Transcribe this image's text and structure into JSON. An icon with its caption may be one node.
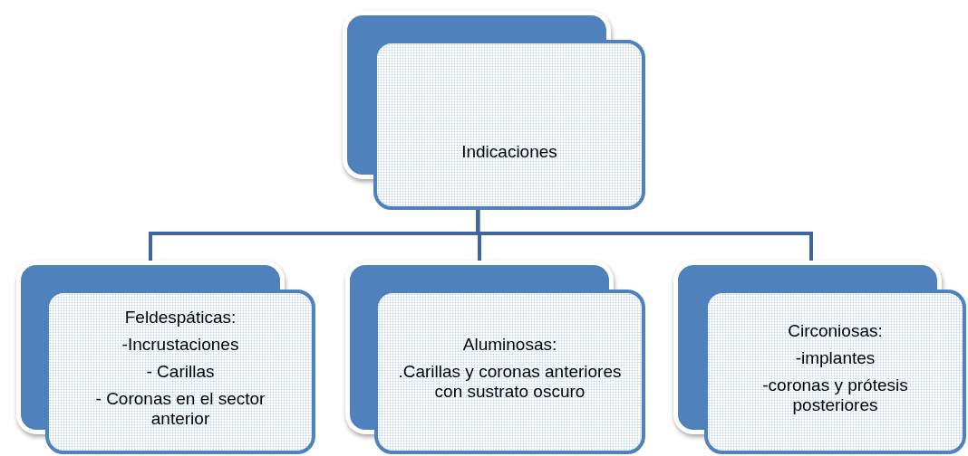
{
  "diagram": {
    "nodes": [
      {
        "text": [
          "Indicaciones"
        ]
      },
      {
        "text": [
          "Feldespáticas:",
          "-Incrustaciones",
          "- Carillas",
          "- Coronas en el sector anterior"
        ]
      },
      {
        "text": [
          "Aluminosas:",
          ".Carillas y coronas anteriores con sustrato oscuro"
        ]
      },
      {
        "text": [
          "Circoniosas:",
          "-implantes",
          "-coronas y prótesis posteriores"
        ]
      }
    ],
    "edges": [
      {
        "from": 0,
        "to": 1,
        "arrow": "none"
      },
      {
        "from": 0,
        "to": 2,
        "arrow": "none"
      },
      {
        "from": 0,
        "to": 3,
        "arrow": "none"
      }
    ]
  }
}
